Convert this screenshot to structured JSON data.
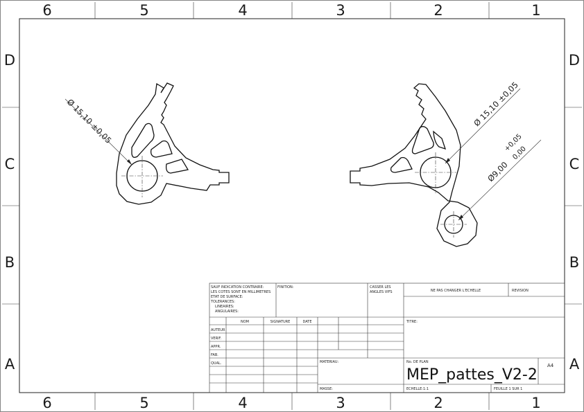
{
  "zones": {
    "columns": [
      "6",
      "5",
      "4",
      "3",
      "2",
      "1"
    ],
    "rows": [
      "D",
      "C",
      "B",
      "A"
    ]
  },
  "dimensions": {
    "left_diameter": "Ø 15,10 ±0,05",
    "right_diameter": "Ø 15,10 ±0,05",
    "small_diameter": "Ø9,00",
    "small_tol_upper": "+0,05",
    "small_tol_lower": "0,00"
  },
  "title_block": {
    "general_notes": [
      "SAUF INDICATION CONTRAIRE:",
      "LES COTES SONT EN MILLIMETRES",
      "ETAT DE SURFACE:",
      "TOLERANCES:",
      "LINEAIRES:",
      "ANGULAIRES:"
    ],
    "finition": "FINITION:",
    "casser": [
      "CASSER LES",
      "ANGLES VIFS"
    ],
    "no_scale": "NE PAS CHANGER L'ECHELLE",
    "revision": "REVISION",
    "headers": {
      "nom": "NOM",
      "signature": "SIGNATURE",
      "date": "DATE"
    },
    "roles": [
      "AUTEUR",
      "VERIF.",
      "APPR.",
      "FAB.",
      "QUAL."
    ],
    "titre": "TITRE:",
    "materiau": "MATERIAU:",
    "masse": "MASSE:",
    "no_plan_label": "No. DE PLAN",
    "drawing_number": "MEP_pattes_V2-2",
    "format": "A4",
    "echelle": "ECHELLE:1:1",
    "feuille": "FEUILLE 1 SUR 1"
  }
}
